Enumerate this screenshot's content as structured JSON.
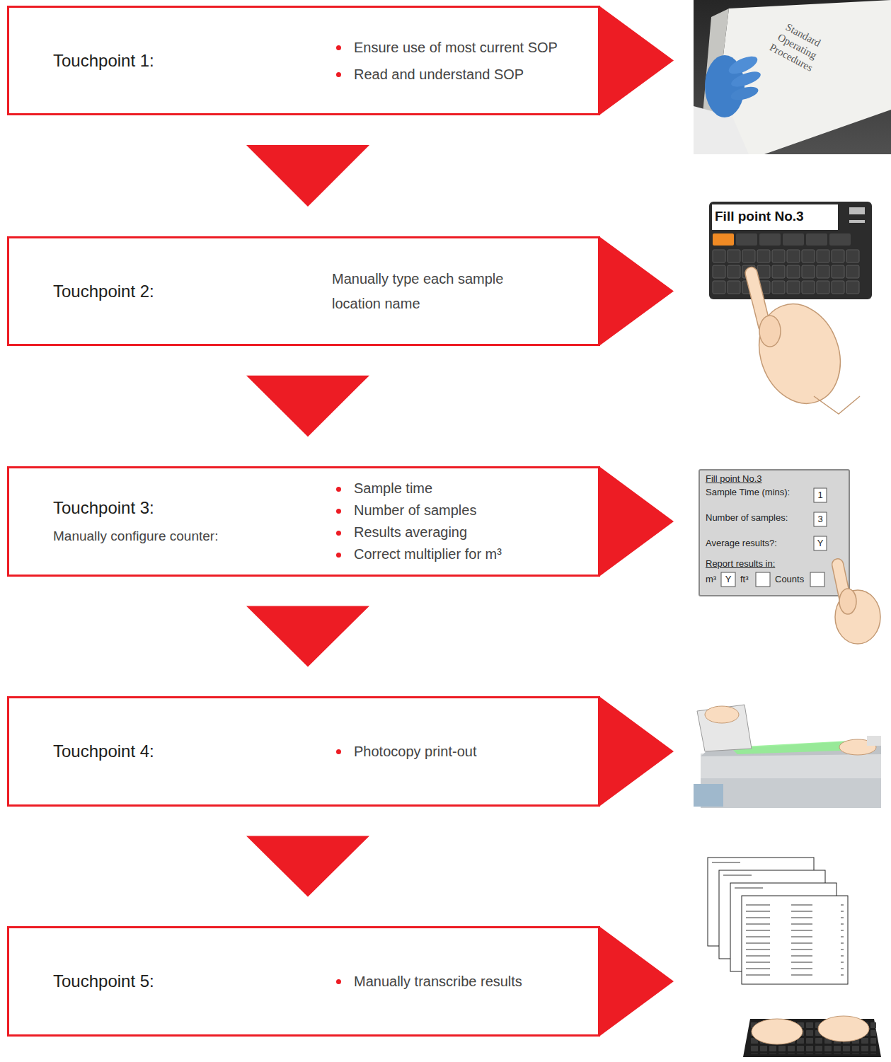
{
  "diagram": {
    "nodes": [
      {
        "text": [
          "Touchpoint 1:",
          "Ensure use of most current SOP",
          "Read and understand SOP"
        ]
      },
      {
        "text": [
          "Touchpoint 2:",
          "Manually type each sample location name"
        ]
      },
      {
        "text": [
          "Touchpoint 3:",
          "Manually configure counter:",
          "Sample time",
          "Number of samples",
          "Results averaging",
          "Correct multiplier for m³"
        ]
      },
      {
        "text": [
          "Touchpoint 4:",
          "Photocopy print-out"
        ]
      },
      {
        "text": [
          "Touchpoint 5:",
          "Manually transcribe results"
        ]
      }
    ],
    "edges": [
      {
        "from": 0,
        "to": 1,
        "arrow": "to"
      },
      {
        "from": 1,
        "to": 2,
        "arrow": "to"
      },
      {
        "from": 2,
        "to": 3,
        "arrow": "to"
      },
      {
        "from": 3,
        "to": 4,
        "arrow": "to"
      }
    ],
    "labels": [
      "Standard Operating Procedures",
      "Fill point No.3",
      "Fill point No.3",
      "Sample Time (mins):",
      "1",
      "Number of samples:",
      "3",
      "Average results?:",
      "Y",
      "Report results in:",
      "m³",
      "Y",
      "ft³",
      "Counts"
    ]
  }
}
